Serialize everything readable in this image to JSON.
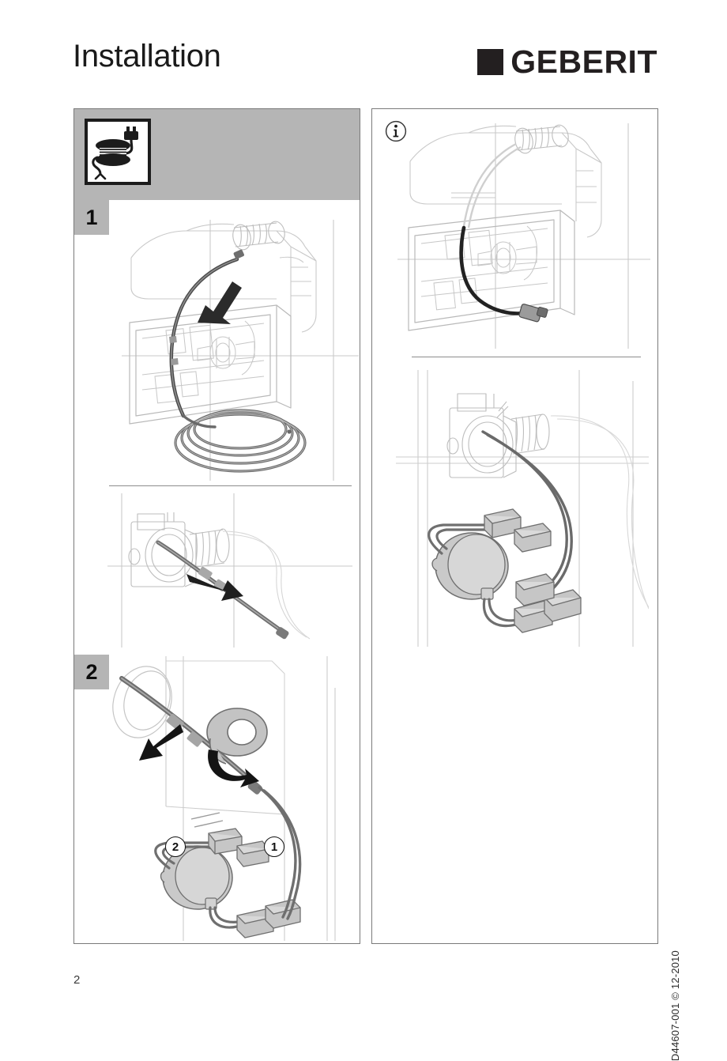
{
  "document": {
    "title": "Installation",
    "brand": "GEBERIT",
    "page_number": "2",
    "doc_code": "D44607-001 © 12-2010",
    "colors": {
      "band_gray": "#b5b5b5",
      "ink_black": "#231f20",
      "line_gray": "#7a7a7a"
    }
  },
  "panels": {
    "left": {
      "name": "step-sequence-panel",
      "pictogram_label": "cable-reel-with-plug",
      "steps": [
        {
          "number": "1",
          "caption": ""
        },
        {
          "number": "2",
          "caption": ""
        }
      ]
    },
    "right": {
      "name": "information-panel",
      "icon_label": "information-icon"
    }
  },
  "callouts": [
    {
      "label": "1"
    },
    {
      "label": "2"
    }
  ],
  "figures": {
    "fig1": {
      "name": "cistern-frame-cable-routing-with-coil"
    },
    "fig2": {
      "name": "wall-box-cable-pull-out"
    },
    "fig3": {
      "name": "cable-gland-rotate-and-pull"
    },
    "fig4": {
      "name": "connector-block-transformer-wiring"
    },
    "fig5": {
      "name": "installed-cable-with-connector"
    },
    "fig6": {
      "name": "wall-box-transformer-connectors"
    }
  }
}
